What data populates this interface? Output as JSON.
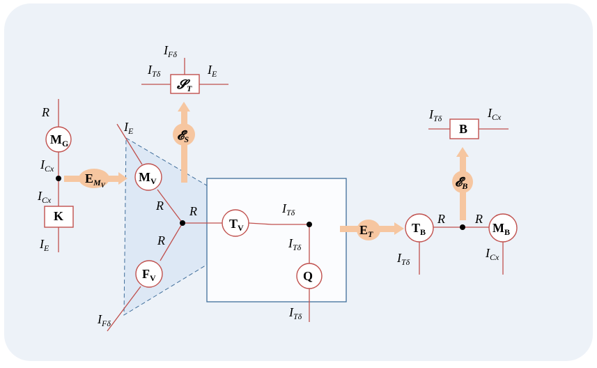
{
  "colors": {
    "panel": "#edf2f8",
    "triangle_fill": "#dde8f5",
    "wire": "#c0504d",
    "node_stroke": "#c0504d",
    "arrow": "#f6c6a0",
    "dash": "#3f6d9a",
    "box_stroke": "#3f6d9a",
    "text": "#000000"
  },
  "labels": {
    "st_top": {
      "base": "I",
      "sub": "Fδ"
    },
    "st_left": {
      "base": "I",
      "sub": "Tδ"
    },
    "st_right": {
      "base": "I",
      "sub": "E"
    },
    "st_box": {
      "base": "𝓢",
      "sub": "T"
    },
    "es_arrow": {
      "base": "𝓔",
      "sub": "S"
    },
    "mg_top": "R",
    "mg_node": {
      "base": "M",
      "sub": "G"
    },
    "mg_icx": {
      "base": "I",
      "sub": "Cx"
    },
    "em_arrow": {
      "base": "E",
      "sub": "M",
      "subsub": "V"
    },
    "k_icx": {
      "base": "I",
      "sub": "Cx"
    },
    "k_box": "K",
    "k_ie": {
      "base": "I",
      "sub": "E"
    },
    "tri_ie": {
      "base": "I",
      "sub": "E"
    },
    "mv_node": {
      "base": "M",
      "sub": "V"
    },
    "r_mv": "R",
    "r_center": "R",
    "r_fv": "R",
    "tv_node": {
      "base": "T",
      "sub": "V"
    },
    "fv_node": {
      "base": "F",
      "sub": "V"
    },
    "tri_ifd": {
      "base": "I",
      "sub": "Fδ"
    },
    "j_itd": {
      "base": "I",
      "sub": "Tδ"
    },
    "q_itd_top": {
      "base": "I",
      "sub": "Tδ"
    },
    "q_node": "Q",
    "q_itd_bottom": {
      "base": "I",
      "sub": "Tδ"
    },
    "et_arrow": {
      "base": "E",
      "sub": "T"
    },
    "b_left": {
      "base": "I",
      "sub": "Tδ"
    },
    "b_box": "B",
    "b_right": {
      "base": "I",
      "sub": "Cx"
    },
    "eb_arrow": {
      "base": "𝓔",
      "sub": "B"
    },
    "tb_node": {
      "base": "T",
      "sub": "B"
    },
    "r_tb": "R",
    "r_mb": "R",
    "mb_node": {
      "base": "M",
      "sub": "B"
    },
    "tb_itd": {
      "base": "I",
      "sub": "Tδ"
    },
    "mb_icx": {
      "base": "I",
      "sub": "Cx"
    }
  }
}
